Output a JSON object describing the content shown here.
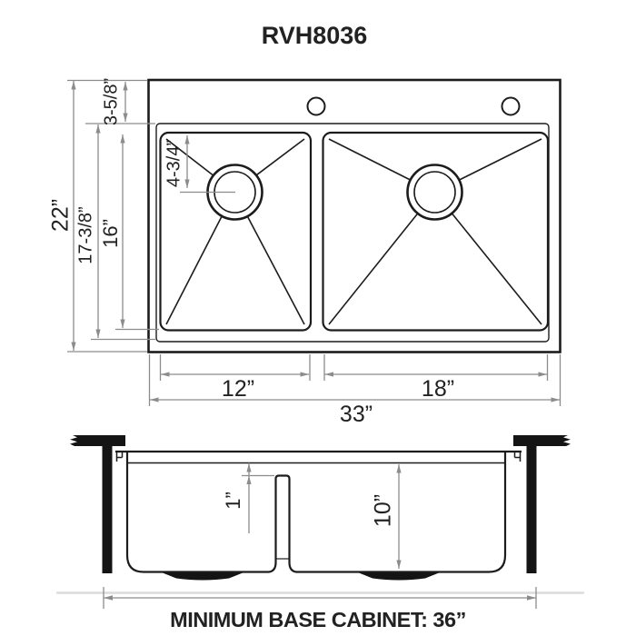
{
  "title": "RVH8036",
  "colors": {
    "background": "#ffffff",
    "drawing_line": "#1c1c1c",
    "dimension_line": "#8c8c8c",
    "text": "#222222"
  },
  "top_view": {
    "labels": {
      "rim_to_bowl_offset": "3-5/8”",
      "overall_depth": "22”",
      "inner_depth": "17-3/8”",
      "bowl_front_to_back": "16”",
      "drain_offset": "4-3/4”",
      "left_bowl_width": "12”",
      "right_bowl_width": "18”",
      "overall_width": "33”"
    }
  },
  "front_view": {
    "labels": {
      "divider_reveal": "1”",
      "bowl_depth": "10”"
    },
    "caption": "MINIMUM BASE CABINET: 36”"
  }
}
